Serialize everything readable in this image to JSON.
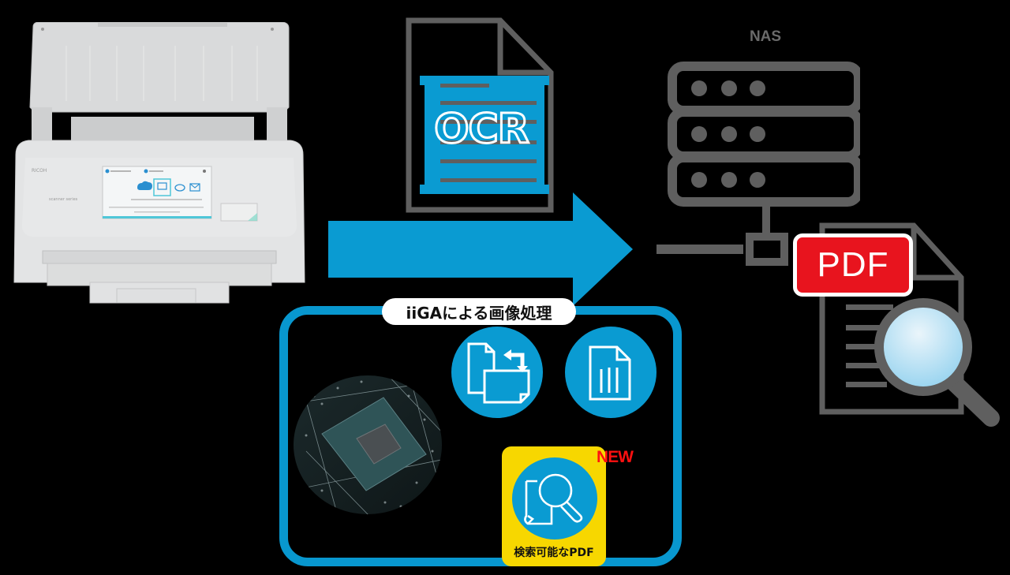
{
  "colors": {
    "background": "#000000",
    "accent_blue": "#0a9bd2",
    "box_border_blue": "#0897cf",
    "icon_gray": "#5f5f5f",
    "pdf_red": "#e8141e",
    "search_badge_yellow": "#f7d700",
    "new_red": "#ff1010"
  },
  "scanner": {
    "icon": "document-scanner-image",
    "screen_icons": [
      "cloud-upload-icon",
      "monitor-icon",
      "network-folder-icon",
      "mail-icon"
    ]
  },
  "ocr_document": {
    "icon": "ocr-document-icon",
    "label": "OCR"
  },
  "flow_arrow": {
    "icon": "right-arrow-icon"
  },
  "nas": {
    "label": "NAS",
    "icon": "server-stack-icon",
    "units": 3
  },
  "pdf_document": {
    "icon": "pdf-search-document-icon",
    "badge_label": "PDF"
  },
  "iiga_box": {
    "title": "iiGAによる画像処理",
    "chip_image": "processor-chip-image",
    "features": [
      {
        "icon": "page-rotate-icon"
      },
      {
        "icon": "page-split-icon"
      },
      {
        "icon": "searchable-pdf-icon",
        "caption": "検索可能なPDF",
        "badge": "NEW"
      }
    ]
  }
}
